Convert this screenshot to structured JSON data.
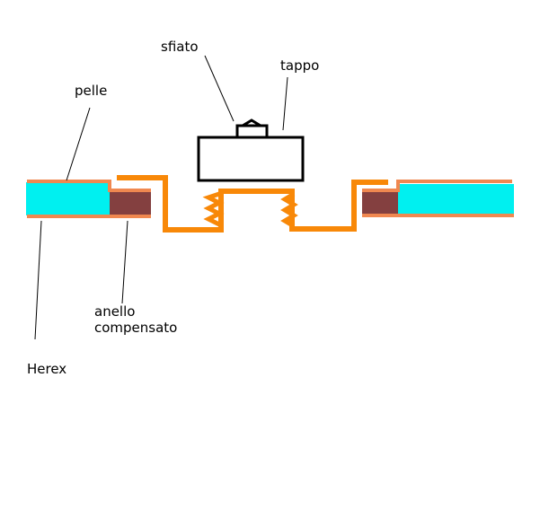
{
  "labels": {
    "sfiato": "sfiato",
    "tappo": "tappo",
    "pelle": "pelle",
    "anello_line1": "anello",
    "anello_line2": "compensato",
    "herex": "Herex"
  },
  "colors": {
    "herex": "#00f0f0",
    "anello": "#844040",
    "pelle": "#f08850",
    "flange": "#f88808",
    "outline": "#000000"
  }
}
